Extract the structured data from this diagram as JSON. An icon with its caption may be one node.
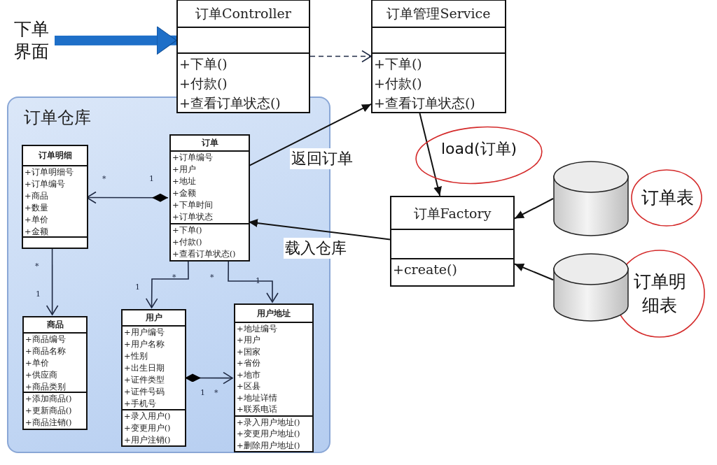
{
  "diagram": {
    "nodes": [
      {
        "text": [
          "下单界面"
        ]
      },
      {
        "text": [
          "订单Controller",
          "+下单()",
          "+付款()",
          "+查看订单状态()"
        ]
      },
      {
        "text": [
          "订单管理Service",
          "+下单()",
          "+付款()",
          "+查看订单状态()"
        ]
      },
      {
        "text": [
          "订单仓库"
        ]
      },
      {
        "text": [
          "订单明细",
          "+订单明细号",
          "+订单编号",
          "+商品",
          "+数量",
          "+单价",
          "+金额"
        ],
        "in": 3
      },
      {
        "text": [
          "订单",
          "+订单编号",
          "+用户",
          "+地址",
          "+金额",
          "+下单时间",
          "+订单状态",
          "+下单()",
          "+付款()",
          "+查看订单状态()"
        ],
        "in": 3
      },
      {
        "text": [
          "商品",
          "+商品编号",
          "+商品名称",
          "+单价",
          "+供应商",
          "+商品类别",
          "+添加商品()",
          "+更新商品()",
          "+商品注销()"
        ],
        "in": 3
      },
      {
        "text": [
          "用户",
          "+用户编号",
          "+用户名称",
          "+性别",
          "+出生日期",
          "+证件类型",
          "+证件号码",
          "+手机号",
          "+录入用户()",
          "+变更用户()",
          "+用户注销()"
        ],
        "in": 3
      },
      {
        "text": [
          "用户地址",
          "+地址编号",
          "+用户",
          "+国家",
          "+省份",
          "+地市",
          "+区县",
          "+地址详情",
          "+联系电话",
          "+录入用户地址()",
          "+变更用户地址()",
          "+删除用户地址()"
        ],
        "in": 3
      },
      {
        "text": [
          "订单Factory",
          "+create()"
        ]
      },
      {
        "text": [],
        "shape": "cylinder",
        "beside": [
          "订单表"
        ]
      },
      {
        "text": [],
        "shape": "cylinder",
        "beside": [
          "订单明细表"
        ]
      }
    ],
    "edges": [
      {
        "from": 0,
        "to": 1,
        "arrow": "to",
        "style": "thick",
        "color": "#1e6fc8"
      },
      {
        "from": 1,
        "to": 2,
        "arrow": "to",
        "style": "dashed"
      },
      {
        "from": 2,
        "to": 9,
        "arrow": "to",
        "label": "load(订单)"
      },
      {
        "from": 5,
        "to": 2,
        "arrow": "to",
        "label": "返回订单"
      },
      {
        "from": 9,
        "to": 5,
        "arrow": "to",
        "label": "载入仓库"
      },
      {
        "from": 10,
        "to": 9,
        "arrow": "to"
      },
      {
        "from": 11,
        "to": 9,
        "arrow": "to"
      },
      {
        "from": 5,
        "to": 4,
        "arrow": "to"
      },
      {
        "from": 4,
        "to": 6,
        "arrow": "to"
      },
      {
        "from": 5,
        "to": 7,
        "arrow": "to"
      },
      {
        "from": 5,
        "to": 8,
        "arrow": "to"
      },
      {
        "from": 7,
        "to": 8,
        "arrow": "to"
      }
    ],
    "labels": [
      "*",
      "1",
      "*",
      "*",
      "*",
      "1",
      "1",
      "1",
      "1",
      "*"
    ]
  }
}
